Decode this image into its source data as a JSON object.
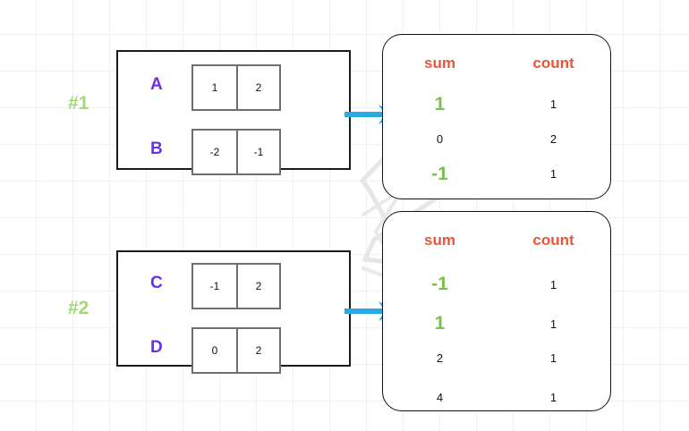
{
  "steps": [
    {
      "label": "#1"
    },
    {
      "label": "#2"
    }
  ],
  "inputs": [
    {
      "name": "box-1",
      "rows": [
        {
          "label": "A",
          "cells": [
            "1",
            "2"
          ]
        },
        {
          "label": "B",
          "cells": [
            "-2",
            "-1"
          ]
        }
      ]
    },
    {
      "name": "box-2",
      "rows": [
        {
          "label": "C",
          "cells": [
            "-1",
            "2"
          ]
        },
        {
          "label": "D",
          "cells": [
            "0",
            "2"
          ]
        }
      ]
    }
  ],
  "tables": [
    {
      "name": "table-1",
      "headers": [
        "sum",
        "count"
      ],
      "rows": [
        {
          "sum": "1",
          "count": "1",
          "highlight": true
        },
        {
          "sum": "0",
          "count": "2",
          "highlight": false
        },
        {
          "sum": "-1",
          "count": "1",
          "highlight": true
        }
      ]
    },
    {
      "name": "table-2",
      "headers": [
        "sum",
        "count"
      ],
      "rows": [
        {
          "sum": "-1",
          "count": "1",
          "highlight": true
        },
        {
          "sum": "1",
          "count": "1",
          "highlight": true
        },
        {
          "sum": "2",
          "count": "1",
          "highlight": false
        },
        {
          "sum": "4",
          "count": "1",
          "highlight": false
        }
      ]
    }
  ],
  "colors": {
    "arrow": "#29abe2",
    "header": "#e8563a",
    "highlight": "#7cbf4f",
    "step_tag": "#a3d977",
    "row_label": "#6b2fe8",
    "connector": "#e3e3e3",
    "grid": "#f1f1f1"
  }
}
